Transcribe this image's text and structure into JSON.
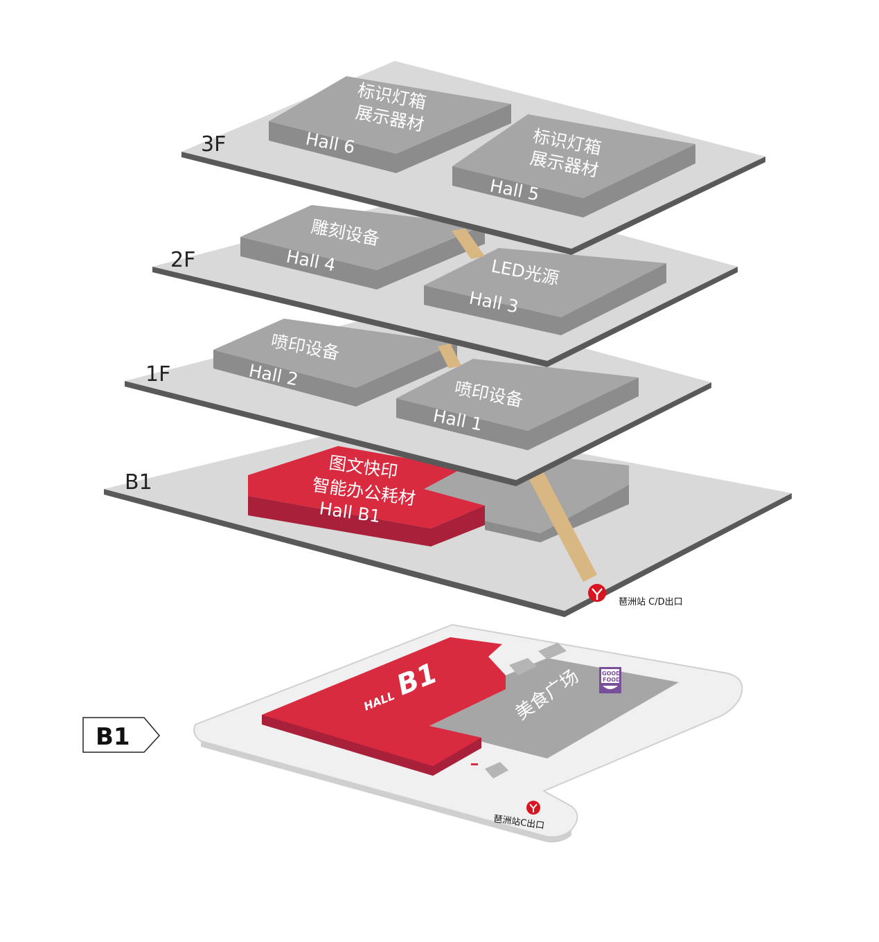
{
  "floors": {
    "f3": "3F",
    "f2": "2F",
    "f1": "1F",
    "b1": "B1"
  },
  "halls": {
    "hall6": {
      "cn1": "标识灯箱",
      "cn2": "展示器材",
      "en": "Hall 6"
    },
    "hall5": {
      "cn1": "标识灯箱",
      "cn2": "展示器材",
      "en": "Hall 5"
    },
    "hall4": {
      "cn1": "雕刻设备",
      "en": "Hall 4"
    },
    "hall3": {
      "cn1": "LED光源",
      "en": "Hall 3"
    },
    "hall2": {
      "cn1": "喷印设备",
      "en": "Hall 2"
    },
    "hall1": {
      "cn1": "喷印设备",
      "en": "Hall 1"
    },
    "hallb1": {
      "cn1": "图文快印",
      "cn2": "智能办公耗材",
      "en": "Hall B1"
    }
  },
  "metro": {
    "exit_cd": "琶洲站 C/D出口",
    "exit_c": "琶洲站C出口"
  },
  "b1_map": {
    "tag": "B1",
    "hall_small": "HALL",
    "hall_big": "B1",
    "food_court": "美食广场",
    "logo_line1": "GOOD",
    "logo_line2": "FOOD"
  },
  "colors": {
    "floor": "#d9d9d9",
    "floor_edge": "#595959",
    "hall_top": "#a6a6a6",
    "hall_side": "#8c8c8c",
    "hall_red": "#d92b3f",
    "hall_red_side": "#a8203a",
    "ramp": "#d9b783",
    "metro_red": "#d7141f",
    "logo_purple": "#7a4f9a"
  }
}
